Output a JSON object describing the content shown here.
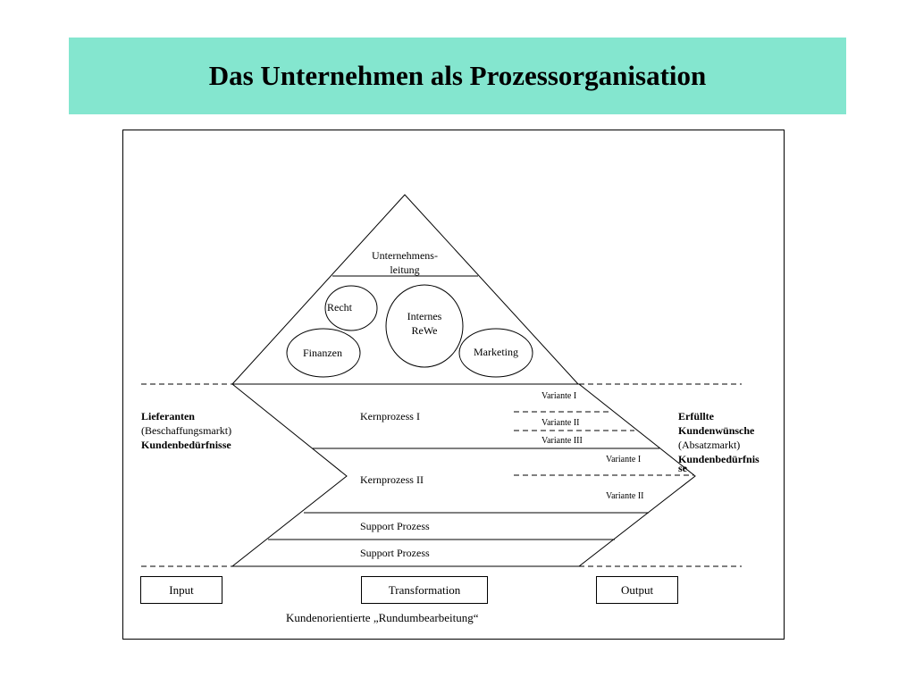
{
  "colors": {
    "title_bg": "#84e6cf",
    "line": "#000000",
    "background": "#ffffff"
  },
  "title": "Das Unternehmen als Prozessorganisation",
  "pyramid": {
    "top_label_line1": "Unternehmens-",
    "top_label_line2": "leitung",
    "circles": {
      "recht": "Recht",
      "internes_line1": "Internes",
      "internes_line2": "ReWe",
      "finanzen": "Finanzen",
      "marketing": "Marketing"
    }
  },
  "processes": {
    "kern1": "Kernprozess I",
    "kern2": "Kernprozess II",
    "support1": "Support Prozess",
    "support2": "Support Prozess",
    "variants": {
      "k1_v1": "Variante I",
      "k1_v2": "Variante II",
      "k1_v3": "Variante III",
      "k2_v1": "Variante I",
      "k2_v2": "Variante II"
    }
  },
  "left": {
    "line1": "Lieferanten",
    "line2": "(Beschaffungsmarkt)",
    "line3": "Kundenbedürfnisse"
  },
  "right": {
    "line1": "Erfüllte",
    "line2": "Kundenwünsche",
    "line3": "(Absatzmarkt)",
    "line4": "Kundenbedürfnis",
    "line5": "se"
  },
  "stages": {
    "input": "Input",
    "transformation": "Transformation",
    "output": "Output"
  },
  "footer": "Kundenorientierte „Rundumbearbeitung“"
}
